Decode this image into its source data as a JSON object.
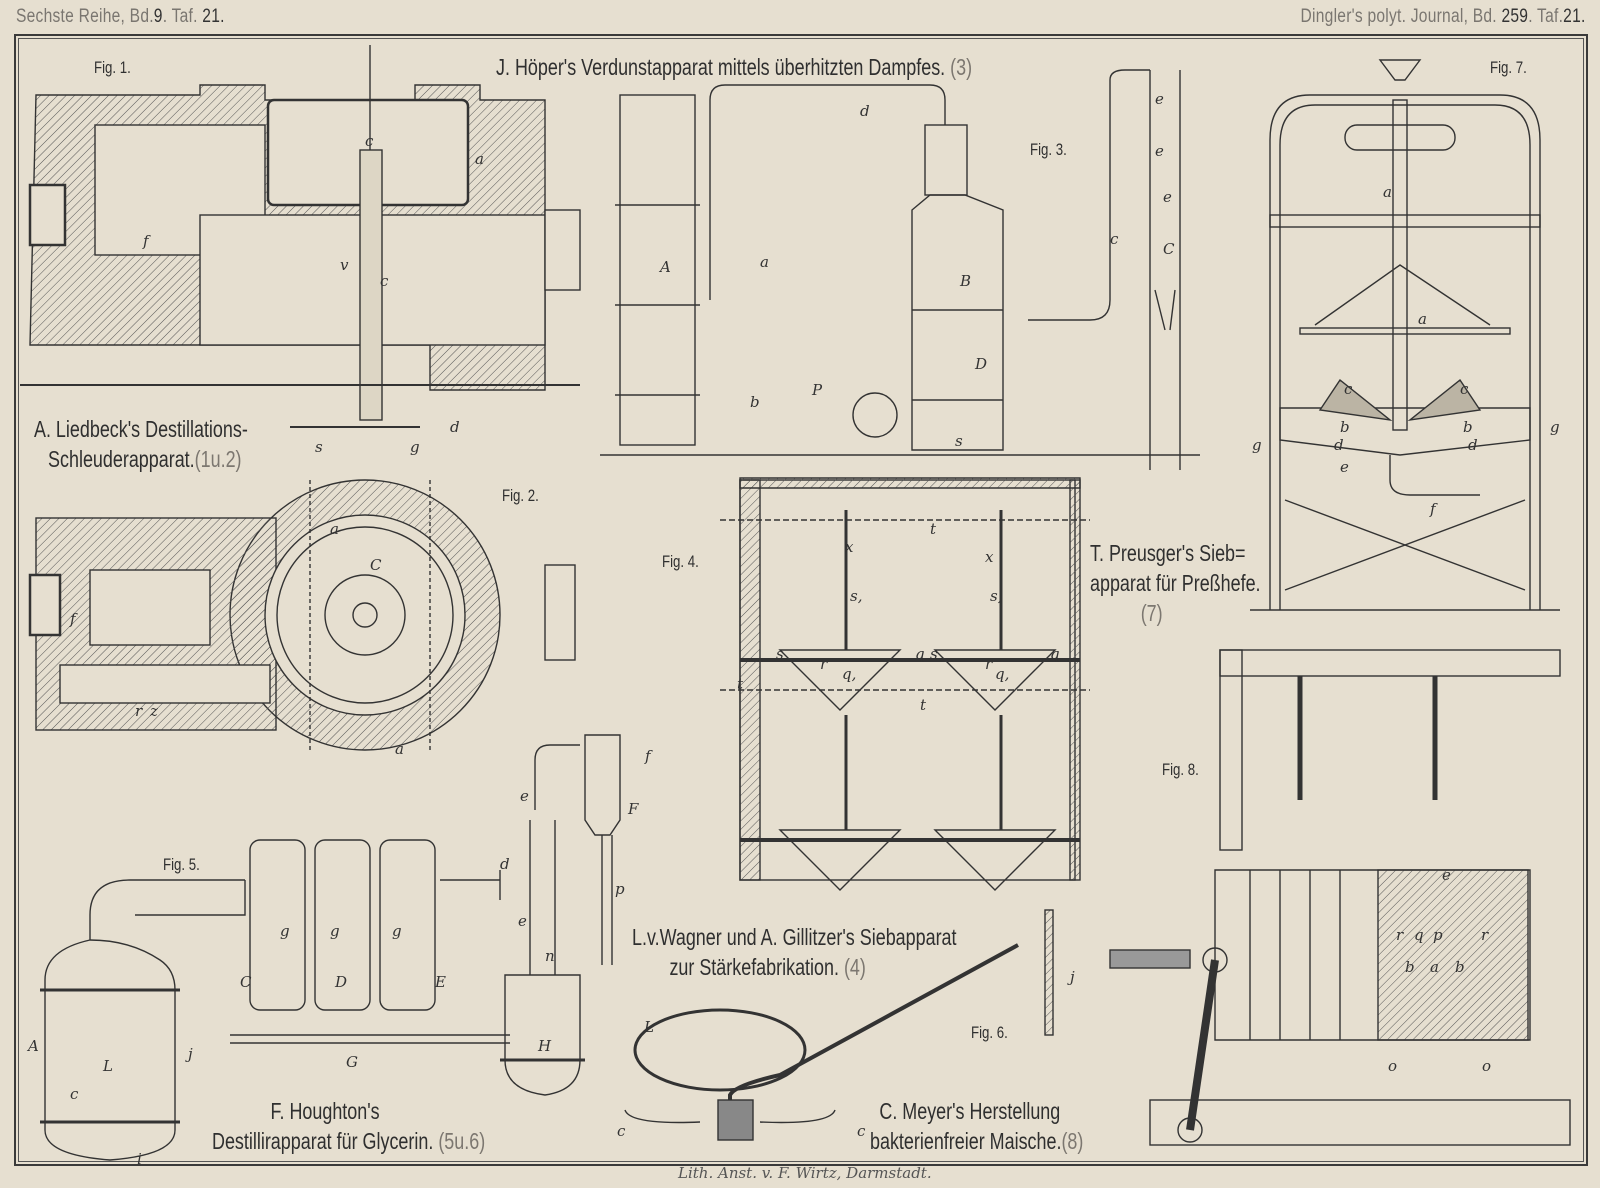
{
  "header": {
    "left": {
      "series": "Sechste Reihe, Bd.",
      "volume": "9",
      "plate_label": ". Taf.",
      "plate": "21."
    },
    "right": {
      "journal": "Dingler's polyt. Journal, Bd.",
      "volume": "259",
      "plate_label": ". Taf.",
      "plate": "21."
    }
  },
  "figures": [
    {
      "id": "fig1",
      "label": "Fig. 1."
    },
    {
      "id": "fig2",
      "label": "Fig. 2."
    },
    {
      "id": "fig3",
      "label": "Fig. 3."
    },
    {
      "id": "fig4",
      "label": "Fig. 4."
    },
    {
      "id": "fig5",
      "label": "Fig. 5."
    },
    {
      "id": "fig6",
      "label": "Fig. 6."
    },
    {
      "id": "fig7",
      "label": "Fig. 7."
    },
    {
      "id": "fig8",
      "label": "Fig. 8."
    }
  ],
  "titles": {
    "hoeper": {
      "text": "J. Höper's Verdunstapparat mittels überhitzten Dampfes.",
      "ref": "(3)"
    },
    "liedbeck": {
      "line1": "A. Liedbeck's Destillations-",
      "line2": "Schleuderapparat.",
      "ref": "(1u.2)"
    },
    "preusger": {
      "line1": "T. Preusger's Sieb=",
      "line2": "apparat für Preßhefe.",
      "ref": "(7)"
    },
    "wagner": {
      "line1": "L.v.Wagner und A. Gillitzer's Siebapparat",
      "line2": "zur Stärkefabrikation.",
      "ref": "(4)"
    },
    "houghton": {
      "line1": "F. Houghton's",
      "line2": "Destillirapparat für Glycerin.",
      "ref": "(5u.6)"
    },
    "meyer": {
      "line1": "C. Meyer's Herstellung",
      "line2": "bakterienfreier Maische.",
      "ref": "(8)"
    }
  },
  "letters": {
    "fig1": [
      "c",
      "a",
      "f",
      "v",
      "c",
      "d",
      "s",
      "g"
    ],
    "fig2": [
      "a",
      "C",
      "f",
      "r",
      "z",
      "a"
    ],
    "fig3": [
      "d",
      "A",
      "a",
      "B",
      "c",
      "C",
      "e",
      "e",
      "e",
      "D",
      "b",
      "P",
      "s"
    ],
    "fig4": [
      "t",
      "x",
      "s,",
      "s",
      "q",
      "r",
      "q,",
      "t",
      "t",
      "x",
      "s,",
      "s",
      "q",
      "r",
      "q,"
    ],
    "fig5": [
      "e",
      "f",
      "F",
      "p",
      "d",
      "g",
      "g",
      "g",
      "e",
      "n",
      "C",
      "D",
      "E",
      "H",
      "G",
      "A",
      "j",
      "L",
      "c",
      "i"
    ],
    "fig6": [
      "L",
      "c",
      "c",
      "j"
    ],
    "fig7": [
      "a",
      "a",
      "c",
      "c",
      "b",
      "b",
      "d",
      "d",
      "g",
      "g",
      "e",
      "f"
    ],
    "fig8": [
      "e",
      "r",
      "q",
      "p",
      "r",
      "b",
      "a",
      "b",
      "o",
      "o"
    ]
  },
  "imprint": "Lith. Anst. v. F. Wirtz, Darmstadt.",
  "colors": {
    "paper": "#e6dfd0",
    "ink": "#2f2f2f",
    "hatch": "#555555",
    "faded": "#7a7670"
  }
}
